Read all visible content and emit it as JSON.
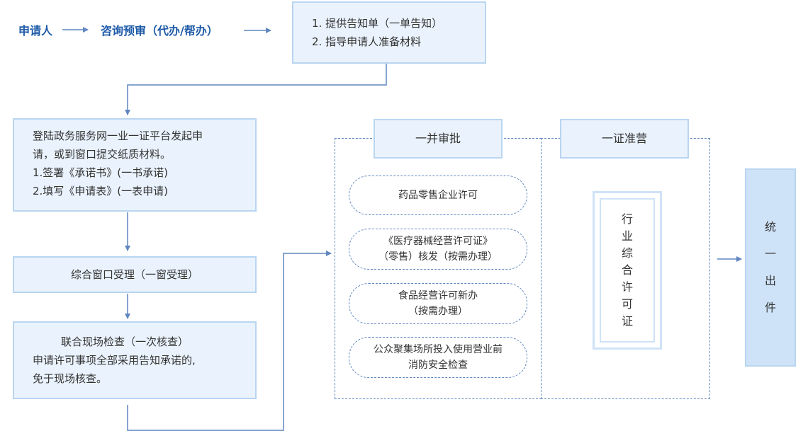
{
  "top": {
    "applicant": "申请人",
    "consult": "咨询预审（代办/帮办）",
    "notice_line1": "1. 提供告知单（一单告知）",
    "notice_line2": "2. 指导申请人准备材料"
  },
  "left": {
    "step1_line1": "登陆政务服务网一业一证平台发起申",
    "step1_line2": "请，或到窗口提交纸质材料。",
    "step1_line3": "1.签署《承诺书》(一书承诺)",
    "step1_line4": "2.填写《申请表》(一表申请)",
    "step2": "综合窗口受理（一窗受理）",
    "step3_line1": "联合现场检查（一次核查）",
    "step3_line2": "申请许可事项全部采用告知承诺的,",
    "step3_line3": "免于现场核查。"
  },
  "approval": {
    "title": "一并审批",
    "items": [
      {
        "line1": "药品零售企业许可",
        "line2": ""
      },
      {
        "line1": "《医疗器械经营许可证》",
        "line2": "（零售）核发（按需办理）"
      },
      {
        "line1": "食品经营许可新办",
        "line2": "（按需办理）"
      },
      {
        "line1": "公众聚集场所投入使用营业前",
        "line2": "消防安全检查"
      }
    ]
  },
  "license": {
    "title": "一证准营",
    "chars": [
      "行",
      "业",
      "综",
      "合",
      "许",
      "可",
      "证"
    ]
  },
  "output": {
    "chars": [
      "统",
      "一",
      "出",
      "件"
    ]
  },
  "colors": {
    "accent_text": "#1e5aa8",
    "line": "#5f86c0",
    "box_fill": "#eaf3fd",
    "box_border": "#b9d5f1",
    "output_fill": "#cfe3f8"
  }
}
